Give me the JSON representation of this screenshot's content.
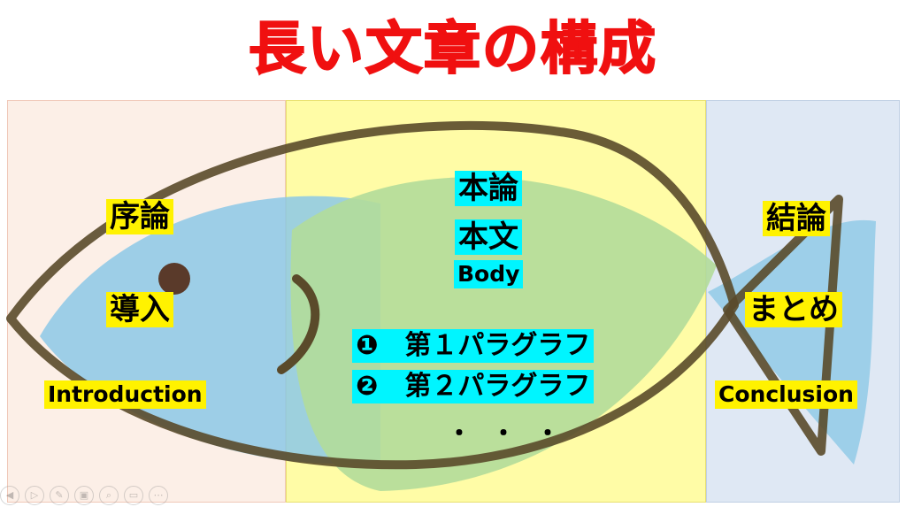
{
  "title": "長い文章の構成",
  "intro": {
    "label1": "序論",
    "label2": "導入",
    "label3": "Introduction"
  },
  "body": {
    "label1": "本論",
    "label2": "本文",
    "label3": "Body",
    "item1": "❶　第１パラグラフ",
    "item2": "❷　第２パラグラフ",
    "ellipsis": "・・・"
  },
  "conclusion": {
    "label1": "結論",
    "label2": "まとめ",
    "label3": "Conclusion"
  },
  "colors": {
    "title": "#f01010",
    "highlight_yellow": "#fff200",
    "highlight_cyan": "#00f5ff",
    "fish_blue": "#8cc8e6",
    "fish_green": "#b2dc9a",
    "fish_outline": "#5a4a2a"
  },
  "toolbar_icons": [
    "prev-icon",
    "play-icon",
    "pen-icon",
    "screen-icon",
    "zoom-icon",
    "subtitle-icon",
    "more-icon"
  ]
}
